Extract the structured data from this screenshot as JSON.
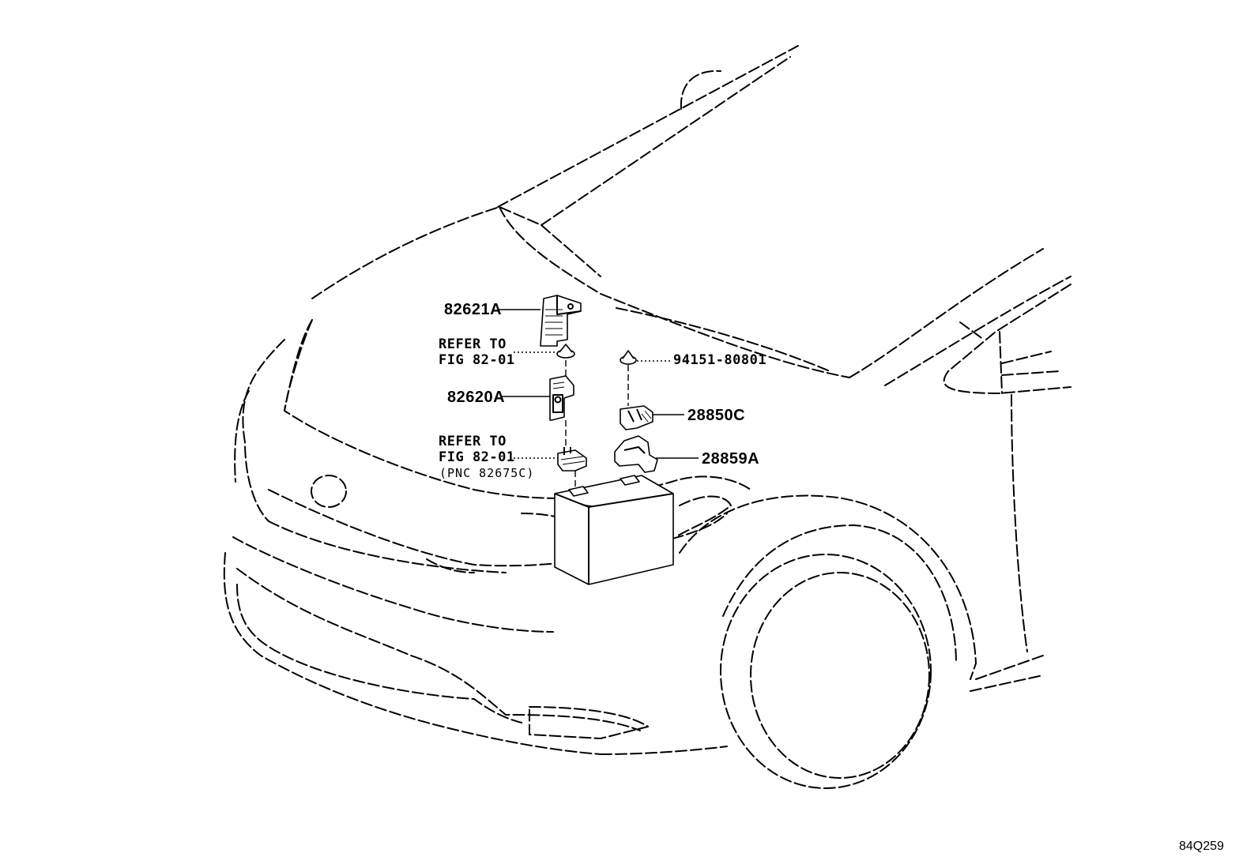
{
  "figure_code": "84Q259",
  "callouts": {
    "p82621A": "82621A",
    "ref1_line1": "REFER TO",
    "ref1_line2": "FIG 82-01",
    "p94151": "94151-80801",
    "p82620A": "82620A",
    "p28850C": "28850C",
    "ref2_line1": "REFER TO",
    "ref2_line2": "FIG 82-01",
    "ref2_pnc": "(PNC 82675C)",
    "p28859A": "28859A"
  }
}
